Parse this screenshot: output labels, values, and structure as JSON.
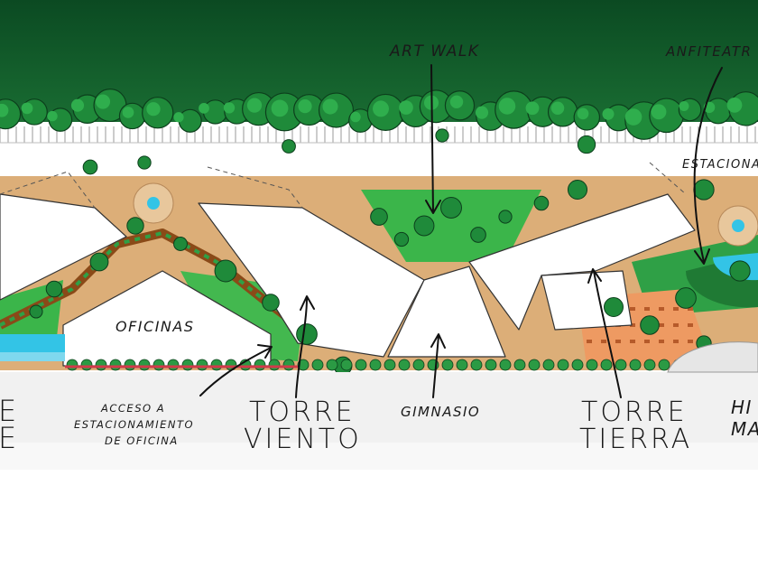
{
  "labels": {
    "art_walk": "ART WALK",
    "anfiteatro": "ANFITEATR",
    "estacionamiento": "ESTACIONAM",
    "oficinas": "OFICINAS",
    "left_partial_1": "E",
    "left_partial_2": "E",
    "acceso_1": "ACCESO A",
    "acceso_2": "ESTACIONAMIENTO",
    "acceso_3": "DE OFICINA",
    "torre_viento_1": "TORRE",
    "torre_viento_2": "VIENTO",
    "gimnasio": "GIMNASIO",
    "torre_tierra_1": "TORRE",
    "torre_tierra_2": "TIERRA",
    "right_partial_1": "HI",
    "right_partial_2": "MA"
  },
  "colors": {
    "forest": "#0f5a2a",
    "tree": "#1f8a3a",
    "lawn": "#3bb54a",
    "path": "#e2b27a",
    "plaza": "#ee9a62",
    "water": "#33c4e6",
    "building": "#ffffff",
    "outline": "#333333"
  }
}
